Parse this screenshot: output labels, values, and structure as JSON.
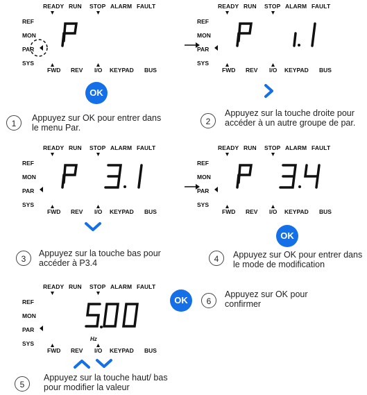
{
  "display": {
    "top_labels": [
      "READY",
      "RUN",
      "STOP",
      "ALARM",
      "FAULT"
    ],
    "bottom_labels": [
      "FWD",
      "REV",
      "I/O",
      "KEYPAD",
      "BUS"
    ],
    "side_labels": [
      "REF",
      "MON",
      "PAR",
      "SYS"
    ]
  },
  "panels": [
    {
      "left": "P",
      "right": ""
    },
    {
      "left": "P",
      "right": "1.1"
    },
    {
      "left": "P",
      "right": "3.1"
    },
    {
      "left": "P",
      "right": "3.4"
    },
    {
      "left": "",
      "right": "5.00",
      "unit": "Hz"
    }
  ],
  "buttons": {
    "ok": "OK"
  },
  "steps": [
    {
      "num": "1",
      "text": "Appuyez sur OK pour entrer dans le menu Par."
    },
    {
      "num": "2",
      "text": "Appuyez sur la touche droite pour accéder à un autre groupe de par."
    },
    {
      "num": "3",
      "text": "Appuyez sur la touche bas pour accéder à P3.4"
    },
    {
      "num": "4",
      "text": "Appuyez sur OK pour entrer dans le mode de modification"
    },
    {
      "num": "5",
      "text": "Appuyez sur la touche haut/ bas pour modifier la valeur"
    },
    {
      "num": "6",
      "text": "Appuyez sur OK pour confirmer"
    }
  ],
  "colors": {
    "accent": "#1570e8",
    "ink": "#111111"
  }
}
